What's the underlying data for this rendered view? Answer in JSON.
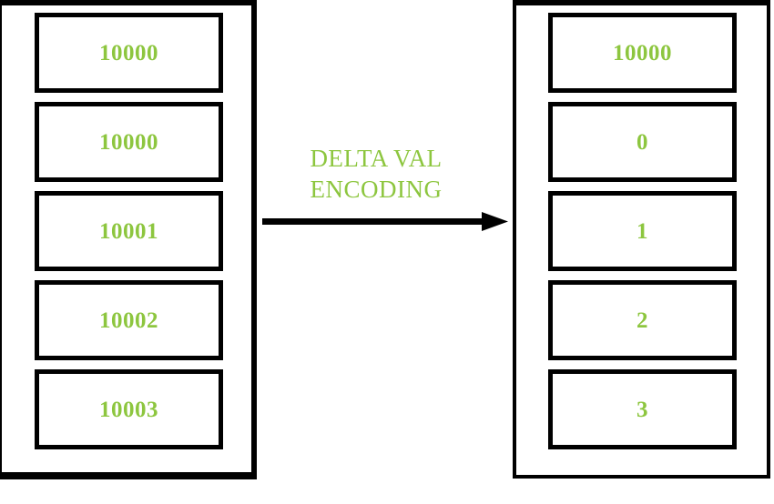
{
  "diagram": {
    "title": "Delta Value Encoding",
    "colors": {
      "accent_green": "#8DC63F",
      "stroke_black": "#000000",
      "background": "#FFFFFF"
    },
    "left_column": {
      "name": "original-values-column",
      "cells": [
        {
          "value": "10000"
        },
        {
          "value": "10000"
        },
        {
          "value": "10001"
        },
        {
          "value": "10002"
        },
        {
          "value": "10003"
        }
      ]
    },
    "right_column": {
      "name": "delta-encoded-values-column",
      "cells": [
        {
          "value": "10000"
        },
        {
          "value": "0"
        },
        {
          "value": "1"
        },
        {
          "value": "2"
        },
        {
          "value": "3"
        }
      ]
    },
    "transform": {
      "label_line1": "DELTA VAL",
      "label_line2": "ENCODING",
      "arrow_direction": "right"
    }
  }
}
